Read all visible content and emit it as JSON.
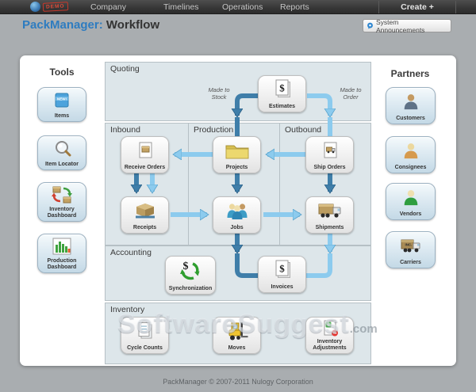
{
  "colors": {
    "accent_blue": "#2e7cc0",
    "navbar_bg": "#383838",
    "page_bg": "#a9adb0",
    "section_bg": "#dde6ea",
    "dark_arrow": "#3f7ea9",
    "light_arrow": "#8ccbee",
    "stamp_red": "#df4937"
  },
  "navbar": {
    "logo_stamp": "DEMO",
    "items": [
      "Company",
      "Timelines",
      "Operations",
      "Reports"
    ],
    "create_label": "Create +"
  },
  "header": {
    "app_name": "PackManager:",
    "page_title": "Workflow",
    "announcements_label": "System Announcements"
  },
  "tools": {
    "heading": "Tools",
    "buttons": [
      {
        "label": "Items",
        "icon": "new-item-box-icon"
      },
      {
        "label": "Item Locator",
        "icon": "magnifier-icon"
      },
      {
        "label": "Inventory Dashboard",
        "icon": "inventory-cycle-icon"
      },
      {
        "label": "Production Dashboard",
        "icon": "bar-chart-icon"
      }
    ]
  },
  "partners": {
    "heading": "Partners",
    "buttons": [
      {
        "label": "Customers",
        "icon": "person-blue-icon"
      },
      {
        "label": "Consignees",
        "icon": "person-orange-icon"
      },
      {
        "label": "Vendors",
        "icon": "person-green-icon"
      },
      {
        "label": "Carriers",
        "icon": "carrier-truck-icon"
      }
    ]
  },
  "workflow": {
    "sections": {
      "quoting": "Quoting",
      "inbound": "Inbound",
      "production": "Production",
      "outbound": "Outbound",
      "accounting": "Accounting",
      "inventory": "Inventory"
    },
    "annotations": {
      "made_to_stock": "Made to Stock",
      "made_to_order": "Made to Order"
    },
    "nodes": {
      "estimates": {
        "label": "Estimates",
        "icon": "dollar-document-icon"
      },
      "receive_orders": {
        "label": "Receive Orders",
        "icon": "box-document-icon"
      },
      "projects": {
        "label": "Projects",
        "icon": "folder-icon"
      },
      "ship_orders": {
        "label": "Ship Orders",
        "icon": "truck-document-icon"
      },
      "receipts": {
        "label": "Receipts",
        "icon": "pallet-icon"
      },
      "jobs": {
        "label": "Jobs",
        "icon": "people-icon"
      },
      "shipments": {
        "label": "Shipments",
        "icon": "truck-icon"
      },
      "synchronization": {
        "label": "Synchronization",
        "icon": "dollar-sync-icon"
      },
      "invoices": {
        "label": "Invoices",
        "icon": "dollar-document-icon"
      },
      "cycle_counts": {
        "label": "Cycle Counts",
        "icon": "count-sheets-icon"
      },
      "moves": {
        "label": "Moves",
        "icon": "forklift-icon"
      },
      "inventory_adjustments": {
        "label": "Inventory Adjustments",
        "icon": "adjustment-document-icon"
      }
    }
  },
  "watermark": {
    "text": "SoftwareSuggest",
    "suffix": ".com"
  },
  "footer": {
    "copyright": "PackManager © 2007-2011 Nulogy Corporation"
  }
}
